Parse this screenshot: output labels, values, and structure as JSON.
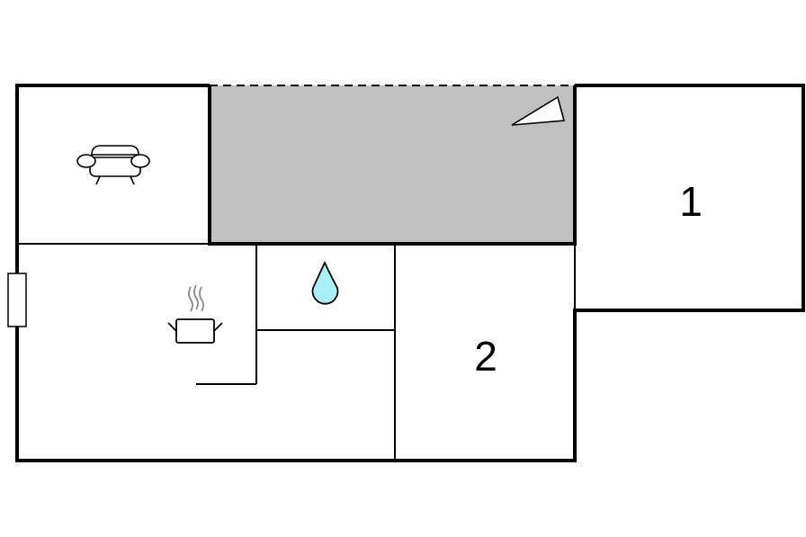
{
  "floor_plan": {
    "rooms": [
      {
        "id": "living",
        "icon": "sofa-icon"
      },
      {
        "id": "terrace",
        "icon": "terrace-triangle-icon",
        "fill": "#c0c0c0"
      },
      {
        "id": "kitchen",
        "icon": "cooking-pot-icon"
      },
      {
        "id": "bathroom",
        "icon": "water-drop-icon",
        "icon_fill": "#a8f0f8"
      },
      {
        "id": "bedroom_1",
        "label": "1"
      },
      {
        "id": "bedroom_2",
        "label": "2"
      }
    ],
    "colors": {
      "wall": "#000000",
      "terrace": "#c0c0c0",
      "water": "#a8f0f8",
      "background": "#ffffff"
    }
  }
}
